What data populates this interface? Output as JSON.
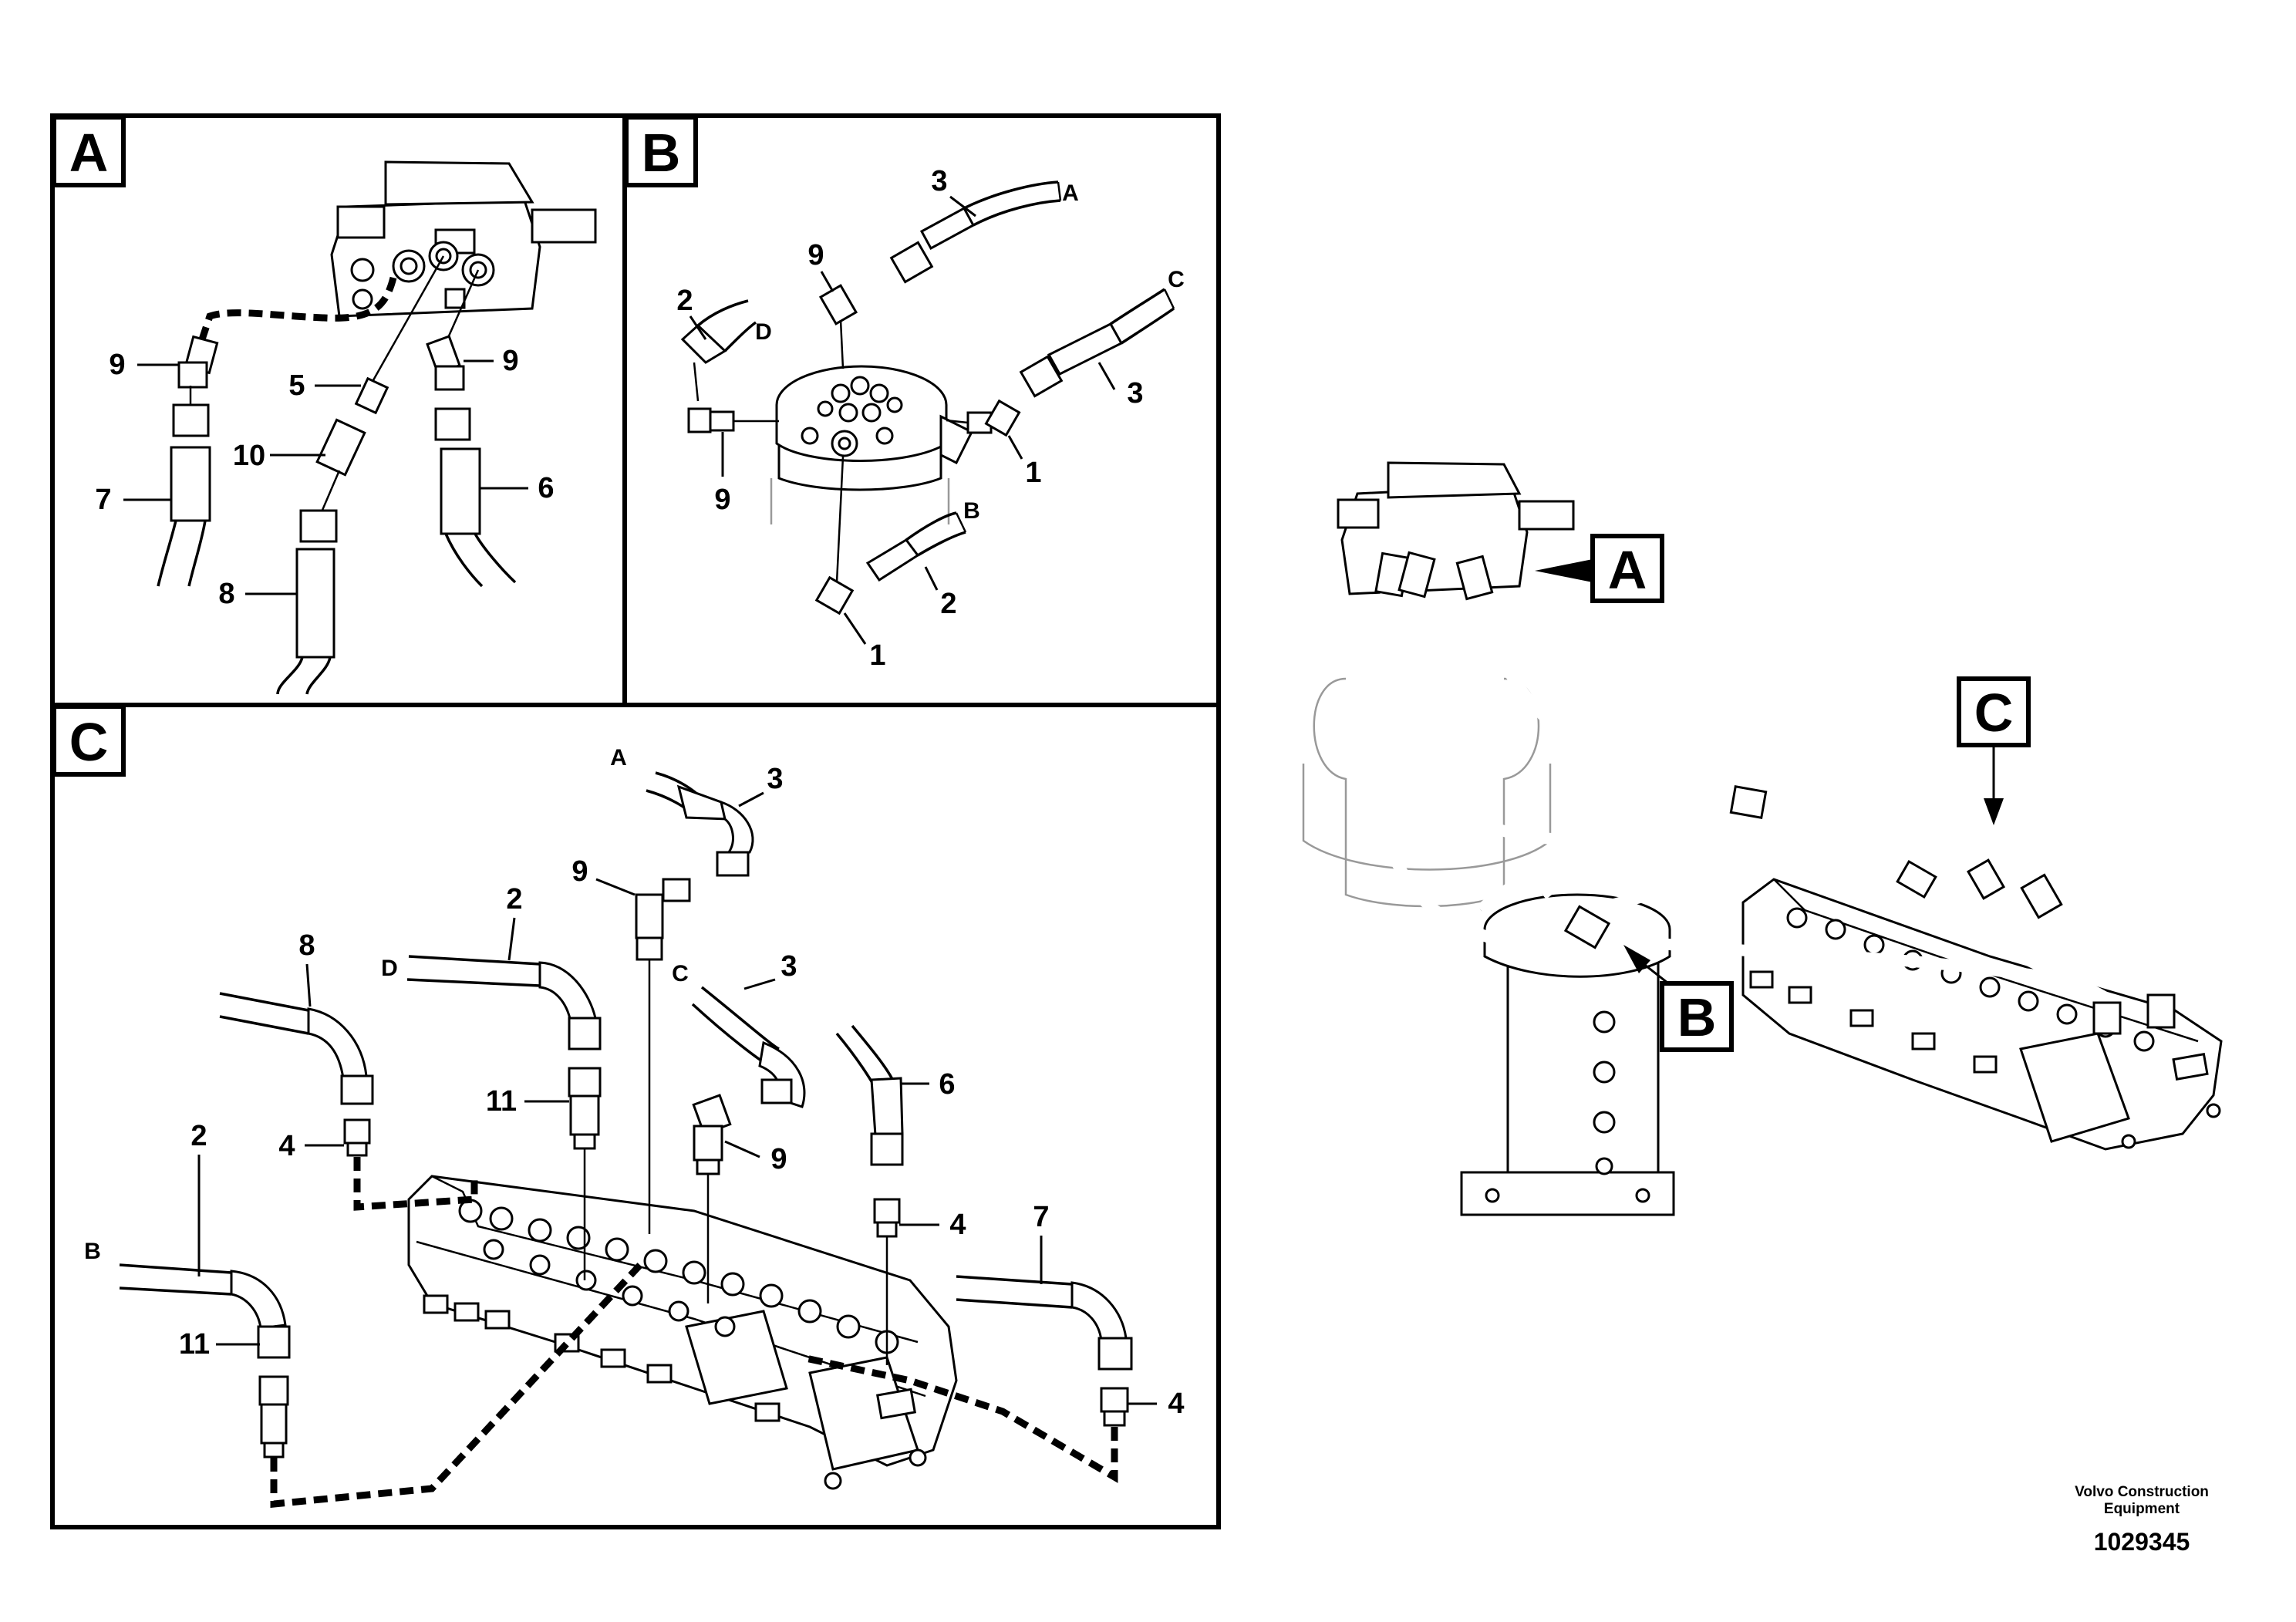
{
  "panels": {
    "A": {
      "tag": "A",
      "callouts": [
        "9",
        "5",
        "9",
        "10",
        "7",
        "6",
        "8"
      ]
    },
    "B": {
      "tag": "B",
      "callouts": [
        "3",
        "9",
        "2",
        "3",
        "9",
        "1",
        "2",
        "1"
      ],
      "ports": [
        "A",
        "D",
        "C",
        "B"
      ]
    },
    "C": {
      "tag": "C",
      "callouts": [
        "3",
        "9",
        "2",
        "8",
        "3",
        "11",
        "9",
        "6",
        "4",
        "2",
        "4",
        "7",
        "11",
        "4"
      ],
      "ports": [
        "A",
        "D",
        "C",
        "B"
      ]
    }
  },
  "overview": {
    "tags": [
      "A",
      "C",
      "B"
    ]
  },
  "footer": {
    "company_line1": "Volvo Construction",
    "company_line2": "Equipment",
    "drawing_number": "1029345"
  }
}
